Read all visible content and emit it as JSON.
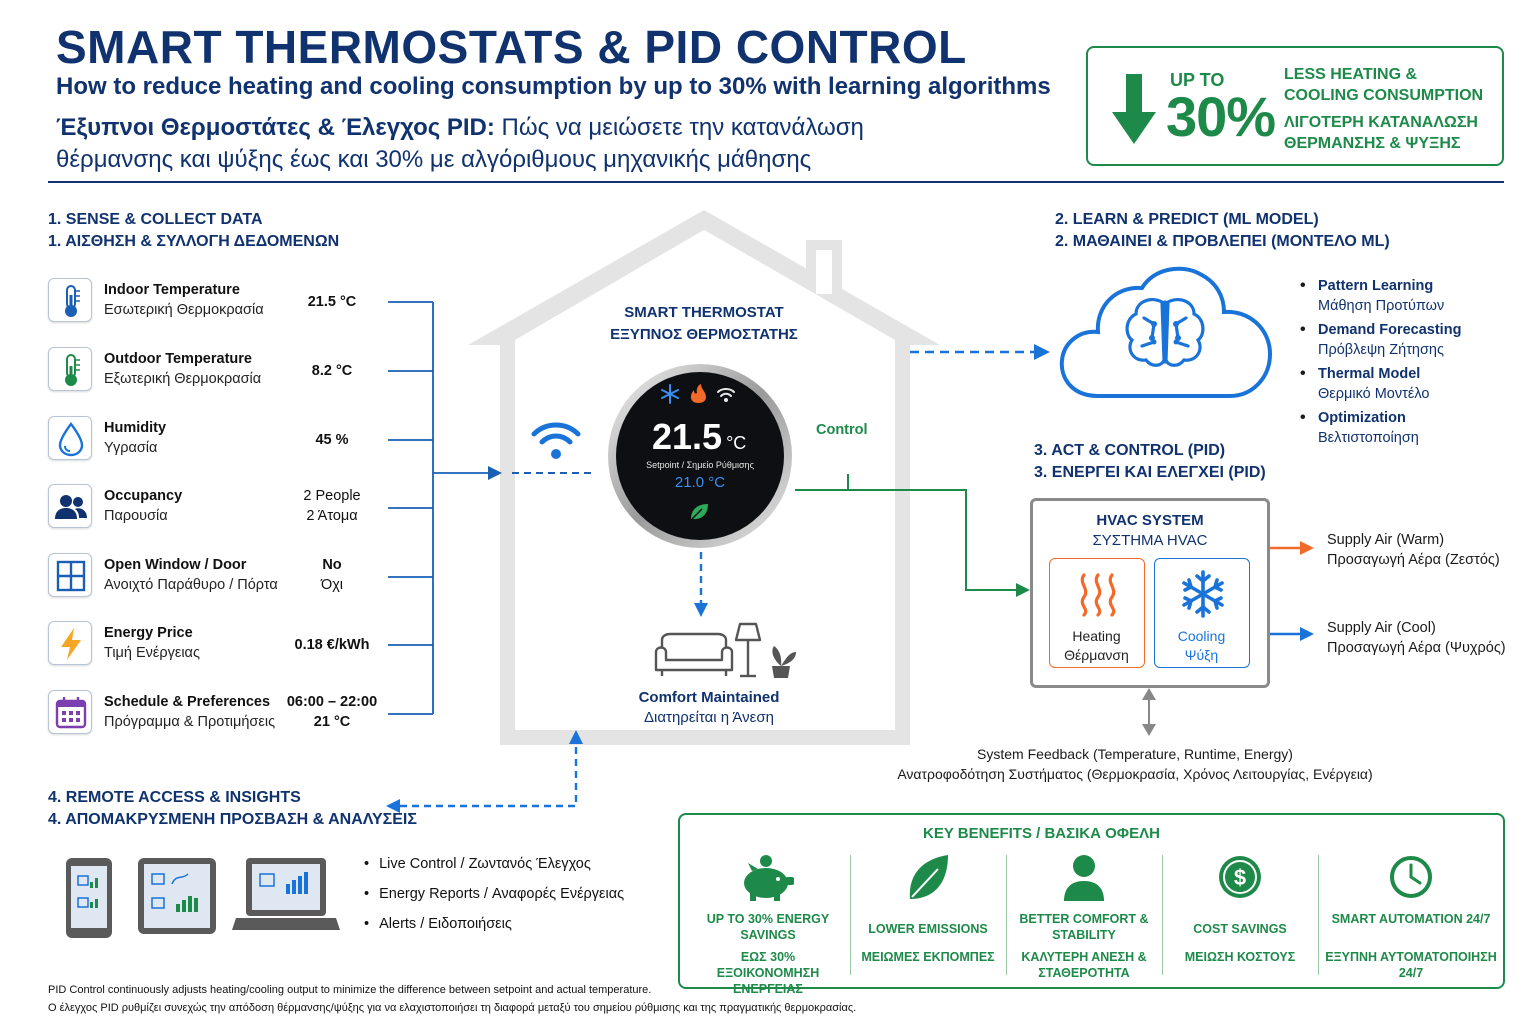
{
  "header": {
    "title": "SMART THERMOSTATS & PID CONTROL",
    "subtitle_en": "How to reduce heating and cooling consumption by up to 30% with learning algorithms",
    "subtitle_gr_bold": "Έξυπνοι Θερμοστάτες & Έλεγχος PID:",
    "subtitle_gr_rest": " Πώς να μειώσετε την κατανάλωση",
    "subtitle_gr_line2": "θέρμανσης και ψύξης έως και 30% με αλγόριθμους μηχανικής μάθησης"
  },
  "badge": {
    "up_to": "UP TO",
    "percent": "30%",
    "en_line1": "LESS HEATING &",
    "en_line2": "COOLING CONSUMPTION",
    "gr_line1": "ΛΙΓΟΤΕΡΗ ΚΑΤΑΝΑΛΩΣΗ",
    "gr_line2": "ΘΕΡΜΑΝΣΗΣ & ΨΥΞΗΣ",
    "color": "#1e8a4a"
  },
  "sense": {
    "heading_en": "1. SENSE & COLLECT DATA",
    "heading_gr": "1. ΑΙΣΘΗΣΗ & ΣΥΛΛΟΓΗ ΔΕΔΟΜΕΝΩΝ",
    "items": [
      {
        "en": "Indoor Temperature",
        "gr": "Εσωτερική Θερμοκρασία",
        "value": "21.5 °C",
        "value2": "",
        "icon": "thermometer-icon"
      },
      {
        "en": "Outdoor Temperature",
        "gr": "Εξωτερική Θερμοκρασία",
        "value": "8.2 °C",
        "value2": "",
        "icon": "outdoor-thermometer-icon"
      },
      {
        "en": "Humidity",
        "gr": "Υγρασία",
        "value": "45 %",
        "value2": "",
        "icon": "droplet-icon"
      },
      {
        "en": "Occupancy",
        "gr": "Παρουσία",
        "value": "2 People",
        "value2": "2 Άτομα",
        "icon": "people-icon"
      },
      {
        "en": "Open Window / Door",
        "gr": "Ανοιχτό Παράθυρο / Πόρτα",
        "value": "No",
        "value2": "Όχι",
        "icon": "window-icon"
      },
      {
        "en": "Energy Price",
        "gr": "Τιμή Ενέργειας",
        "value": "0.18 €/kWh",
        "value2": "",
        "icon": "lightning-icon"
      },
      {
        "en": "Schedule & Preferences",
        "gr": "Πρόγραμμα & Προτιμήσεις",
        "value": "06:00 – 22:00",
        "value2": "21 °C",
        "icon": "calendar-icon"
      }
    ]
  },
  "thermostat": {
    "title_en": "SMART THERMOSTAT",
    "title_gr": "ΕΞΥΠΝΟΣ ΘΕΡΜΟΣΤΑΤΗΣ",
    "temp": "21.5",
    "unit": "°C",
    "setpoint_label": "Setpoint / Σημείο Ρύθμισης",
    "setpoint_value": "21.0 °C",
    "control_label": "Control",
    "comfort_en": "Comfort Maintained",
    "comfort_gr": "Διατηρείται η Άνεση"
  },
  "learn": {
    "heading_en": "2. LEARN & PREDICT (ML MODEL)",
    "heading_gr": "2. ΜΑΘΑΙΝΕΙ & ΠΡΟΒΛΕΠΕΙ (ΜΟΝΤΕΛΟ ML)",
    "items": [
      {
        "en": "Pattern Learning",
        "gr": "Μάθηση Προτύπων"
      },
      {
        "en": "Demand Forecasting",
        "gr": "Πρόβλεψη Ζήτησης"
      },
      {
        "en": "Thermal Model",
        "gr": "Θερμικό Μοντέλο"
      },
      {
        "en": "Optimization",
        "gr": "Βελτιστοποίηση"
      }
    ]
  },
  "act": {
    "heading_en": "3. ACT & CONTROL (PID)",
    "heading_gr": "3. ΕΝΕΡΓΕΙ ΚΑΙ ΕΛΕΓΧΕΙ (PID)",
    "hvac_en": "HVAC SYSTEM",
    "hvac_gr": "ΣΥΣΤΗΜΑ HVAC",
    "heating_en": "Heating",
    "heating_gr": "Θέρμανση",
    "cooling_en": "Cooling",
    "cooling_gr": "Ψύξη",
    "warm_en": "Supply Air (Warm)",
    "warm_gr": "Προσαγωγή Αέρα (Ζεστός)",
    "cool_en": "Supply Air (Cool)",
    "cool_gr": "Προσαγωγή Αέρα (Ψυχρός)",
    "feedback_en": "System Feedback (Temperature, Runtime, Energy)",
    "feedback_gr": "Ανατροφοδότηση Συστήματος (Θερμοκρασία, Χρόνος Λειτουργίας, Ενέργεια)",
    "heat_color": "#f26a2a",
    "cool_color": "#1a73d9"
  },
  "remote": {
    "heading_en": "4. REMOTE ACCESS & INSIGHTS",
    "heading_gr": "4. ΑΠΟΜΑΚΡΥΣΜΕΝΗ ΠΡΟΣΒΑΣΗ & ΑΝΑΛΥΣΕΙΣ",
    "items": [
      "Live Control / Ζωντανός Έλεγχος",
      "Energy Reports / Αναφορές Ενέργειας",
      "Alerts / Ειδοποιήσεις"
    ]
  },
  "benefits": {
    "title": "KEY BENEFITS / ΒΑΣΙΚΑ ΟΦΕΛΗ",
    "items": [
      {
        "en": "UP TO 30% ENERGY SAVINGS",
        "gr": "ΕΩΣ 30% ΕΞΟΙΚΟΝΟΜΗΣΗ ΕΝΕΡΓΕΙΑΣ",
        "icon": "piggy-bank-icon"
      },
      {
        "en": "LOWER EMISSIONS",
        "gr": "ΜΕΙΩΜΕΣ ΕΚΠΟΜΠΕΣ",
        "icon": "leaf-icon"
      },
      {
        "en": "BETTER COMFORT & STABILITY",
        "gr": "ΚΑΛΥΤΕΡΗ ΑΝΕΣΗ & ΣΤΑΘΕΡΟΤΗΤΑ",
        "icon": "person-icon"
      },
      {
        "en": "COST SAVINGS",
        "gr": "ΜΕΙΩΣΗ ΚΟΣΤΟΥΣ",
        "icon": "coin-icon"
      },
      {
        "en": "SMART AUTOMATION 24/7",
        "gr": "ΕΞΥΠΝΗ ΑΥΤΟΜΑΤΟΠΟΙΗΣΗ 24/7",
        "icon": "clock-icon"
      }
    ]
  },
  "footer": {
    "en": "PID Control continuously adjusts heating/cooling output to minimize the difference between setpoint and actual temperature.",
    "gr": "Ο έλεγχος PID ρυθμίζει συνεχώς την απόδοση θέρμανσης/ψύξης για να ελαχιστοποιήσει τη διαφορά μεταξύ του σημείου ρύθμισης και της πραγματικής θερμοκρασίας."
  }
}
